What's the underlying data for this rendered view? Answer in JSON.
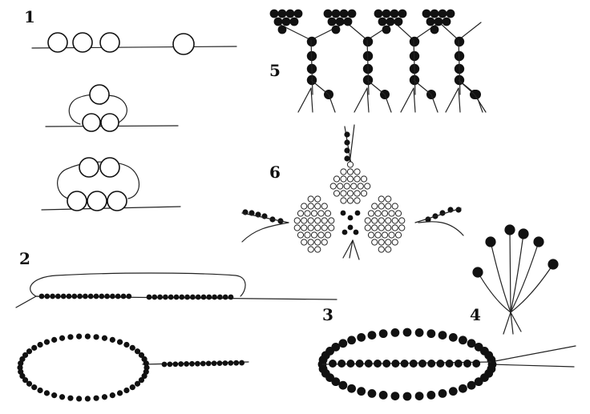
{
  "figure": {
    "step_labels": [
      "1",
      "2",
      "3",
      "4",
      "5",
      "6"
    ],
    "colors": {
      "ink": "#111111",
      "background": "#ffffff"
    }
  }
}
